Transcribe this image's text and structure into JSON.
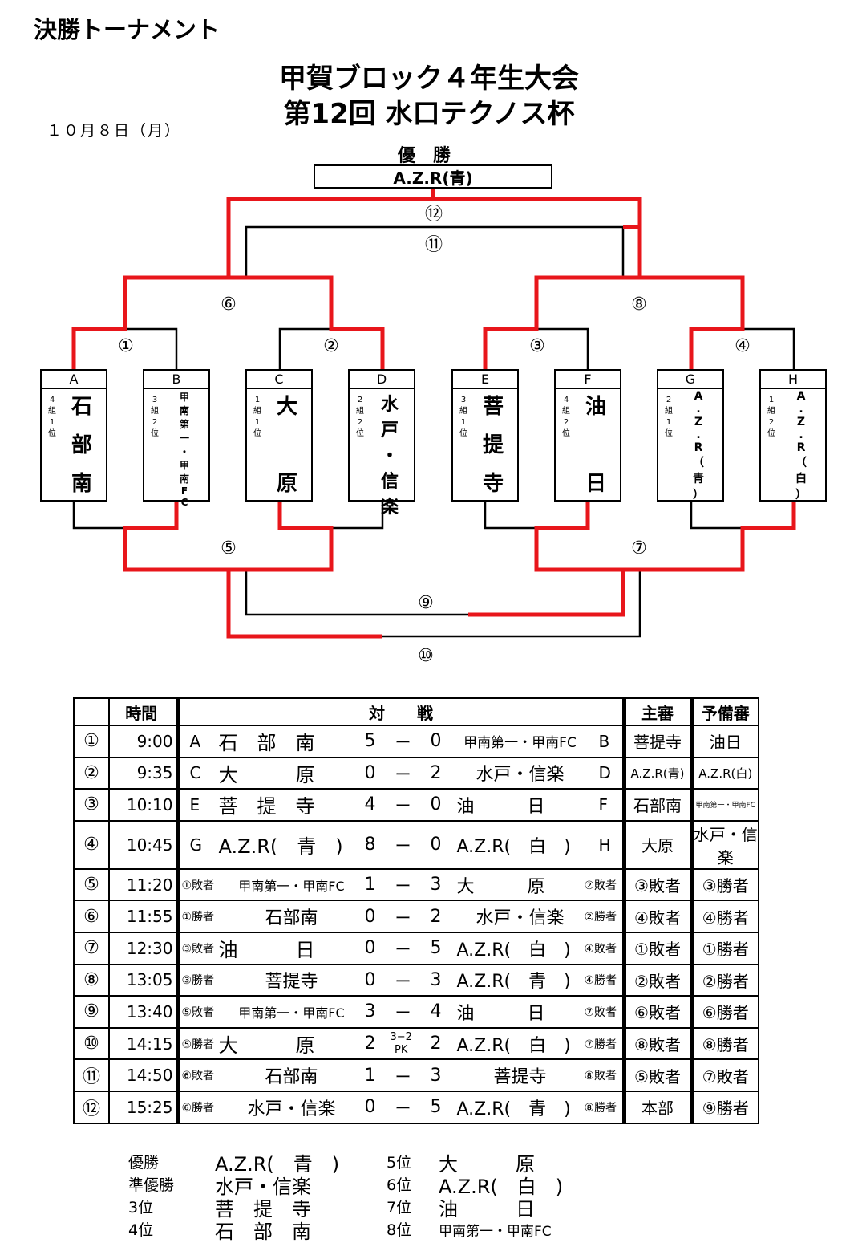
{
  "header": {
    "page_heading": "決勝トーナメント",
    "title_line1": "甲賀ブロック４年生大会",
    "title_line2": "第12回 水口テクノス杯",
    "date": "１０月８日（月）"
  },
  "champion": {
    "label": "優勝",
    "name": "A.Z.R(青)"
  },
  "colors": {
    "winner_line": "#e8161b",
    "line": "#000000"
  },
  "teams": [
    {
      "letter": "A",
      "rank": "4組1位",
      "name_chars": [
        "石",
        "部",
        "南"
      ]
    },
    {
      "letter": "B",
      "rank": "3組2位",
      "name_chars": [
        "甲",
        "南",
        "第",
        "一",
        "・",
        "甲",
        "南",
        "F",
        "C"
      ]
    },
    {
      "letter": "C",
      "rank": "1組1位",
      "name_chars": [
        "大",
        "",
        "原"
      ]
    },
    {
      "letter": "D",
      "rank": "2組2位",
      "name_chars": [
        "水",
        "戸",
        "・",
        "信",
        "楽"
      ]
    },
    {
      "letter": "E",
      "rank": "3組1位",
      "name_chars": [
        "菩",
        "提",
        "寺"
      ]
    },
    {
      "letter": "F",
      "rank": "4組2位",
      "name_chars": [
        "油",
        "",
        "日"
      ]
    },
    {
      "letter": "G",
      "rank": "2組1位",
      "name_chars": [
        "A",
        ".",
        "Z",
        ".",
        "R",
        "（",
        "青",
        "）"
      ]
    },
    {
      "letter": "H",
      "rank": "1組2位",
      "name_chars": [
        "A",
        ".",
        "Z",
        ".",
        "R",
        "（",
        "白",
        "）"
      ]
    }
  ],
  "match_numbers": [
    "①",
    "②",
    "③",
    "④",
    "⑤",
    "⑥",
    "⑦",
    "⑧",
    "⑨",
    "⑩",
    "⑪",
    "⑫"
  ],
  "schedule": {
    "headers": {
      "no": "",
      "time": "時間",
      "match": "対　　戦",
      "referee": "主審",
      "reserve": "予備審"
    },
    "rows": [
      {
        "no": "①",
        "time": "9:00",
        "left_tag": "A",
        "left": "石　部　南",
        "s1": "5",
        "dash": "ー",
        "s2": "0",
        "right": "甲南第一・甲南FC",
        "right_tag": "B",
        "referee": "菩提寺",
        "reserve": "油日"
      },
      {
        "no": "②",
        "time": "9:35",
        "left_tag": "C",
        "left": "大　　　原",
        "s1": "0",
        "dash": "ー",
        "s2": "2",
        "right": "水戸・信楽",
        "right_tag": "D",
        "referee": "A.Z.R(青)",
        "reserve": "A.Z.R(白)"
      },
      {
        "no": "③",
        "time": "10:10",
        "left_tag": "E",
        "left": "菩　提　寺",
        "s1": "4",
        "dash": "ー",
        "s2": "0",
        "right": "油　　　日",
        "right_tag": "F",
        "referee": "石部南",
        "reserve": "甲南第一・甲南FC"
      },
      {
        "no": "④",
        "time": "10:45",
        "left_tag": "G",
        "left": "A.Z.R(　青　)",
        "s1": "8",
        "dash": "ー",
        "s2": "0",
        "right": "A.Z.R(　白　)",
        "right_tag": "H",
        "referee": "大原",
        "reserve": "水戸・信楽"
      },
      {
        "no": "⑤",
        "time": "11:20",
        "left_tag": "①敗者",
        "left": "甲南第一・甲南FC",
        "s1": "1",
        "dash": "ー",
        "s2": "3",
        "right": "大　　　原",
        "right_tag": "②敗者",
        "referee": "③敗者",
        "reserve": "③勝者"
      },
      {
        "no": "⑥",
        "time": "11:55",
        "left_tag": "①勝者",
        "left": "石部南",
        "s1": "0",
        "dash": "ー",
        "s2": "2",
        "right": "水戸・信楽",
        "right_tag": "②勝者",
        "referee": "④敗者",
        "reserve": "④勝者"
      },
      {
        "no": "⑦",
        "time": "12:30",
        "left_tag": "③敗者",
        "left": "油　　　日",
        "s1": "0",
        "dash": "ー",
        "s2": "5",
        "right": "A.Z.R(　白　)",
        "right_tag": "④敗者",
        "referee": "①敗者",
        "reserve": "①勝者"
      },
      {
        "no": "⑧",
        "time": "13:05",
        "left_tag": "③勝者",
        "left": "菩提寺",
        "s1": "0",
        "dash": "ー",
        "s2": "3",
        "right": "A.Z.R(　青　)",
        "right_tag": "④勝者",
        "referee": "②敗者",
        "reserve": "②勝者"
      },
      {
        "no": "⑨",
        "time": "13:40",
        "left_tag": "⑤敗者",
        "left": "甲南第一・甲南FC",
        "s1": "3",
        "dash": "ー",
        "s2": "4",
        "right": "油　　　日",
        "right_tag": "⑦敗者",
        "referee": "⑥敗者",
        "reserve": "⑥勝者"
      },
      {
        "no": "⑩",
        "time": "14:15",
        "left_tag": "⑤勝者",
        "left": "大　　　原",
        "s1": "2",
        "dash": "3−2\nPK",
        "s2": "2",
        "right": "A.Z.R(　白　)",
        "right_tag": "⑦勝者",
        "referee": "⑧敗者",
        "reserve": "⑧勝者"
      },
      {
        "no": "⑪",
        "time": "14:50",
        "left_tag": "⑥敗者",
        "left": "石部南",
        "s1": "1",
        "dash": "ー",
        "s2": "3",
        "right": "菩提寺",
        "right_tag": "⑧敗者",
        "referee": "⑤敗者",
        "reserve": "⑦敗者"
      },
      {
        "no": "⑫",
        "time": "15:25",
        "left_tag": "⑥勝者",
        "left": "水戸・信楽",
        "s1": "0",
        "dash": "ー",
        "s2": "5",
        "right": "A.Z.R(　青　)",
        "right_tag": "⑧勝者",
        "referee": "本部",
        "reserve": "⑨勝者"
      }
    ]
  },
  "results": [
    {
      "place": "優勝",
      "team": "A.Z.R(　青　)"
    },
    {
      "place": "準優勝",
      "team": "水戸・信楽"
    },
    {
      "place": "3位",
      "team": "菩　提　寺"
    },
    {
      "place": "4位",
      "team": "石　部　南"
    },
    {
      "place": "5位",
      "team": "大　　　原"
    },
    {
      "place": "6位",
      "team": "A.Z.R(　白　)"
    },
    {
      "place": "7位",
      "team": "油　　　日"
    },
    {
      "place": "8位",
      "team": "甲南第一・甲南FC"
    }
  ]
}
